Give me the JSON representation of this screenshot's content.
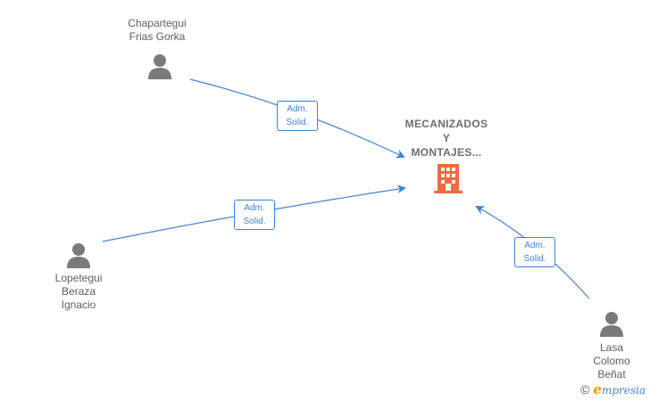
{
  "company": {
    "name_lines": [
      "MECANIZADOS",
      "Y",
      "MONTAJES..."
    ],
    "icon": "building-icon",
    "icon_color": "#f26a3d"
  },
  "persons": [
    {
      "id": "chapartegui",
      "name_lines": [
        "Chapartegui",
        "Frias Gorka"
      ],
      "icon": "person-icon"
    },
    {
      "id": "lopetegui",
      "name_lines": [
        "Lopetegui",
        "Beraza",
        "Ignacio"
      ],
      "icon": "person-icon"
    },
    {
      "id": "lasa",
      "name_lines": [
        "Lasa",
        "Colomo",
        "Beñat"
      ],
      "icon": "person-icon"
    }
  ],
  "edges": [
    {
      "from": "chapartegui",
      "to": "company",
      "label_lines": [
        "Adm.",
        "Solid."
      ]
    },
    {
      "from": "lopetegui",
      "to": "company",
      "label_lines": [
        "Adm.",
        "Solid."
      ]
    },
    {
      "from": "lasa",
      "to": "company",
      "label_lines": [
        "Adm.",
        "Solid."
      ]
    }
  ],
  "colors": {
    "edge": "#3f82d6",
    "person_icon": "#7a7a7a",
    "label_text": "#5e5e5e"
  },
  "footer": {
    "copyright_symbol": "©",
    "brand_initial": "e",
    "brand_rest": "mpresia"
  }
}
